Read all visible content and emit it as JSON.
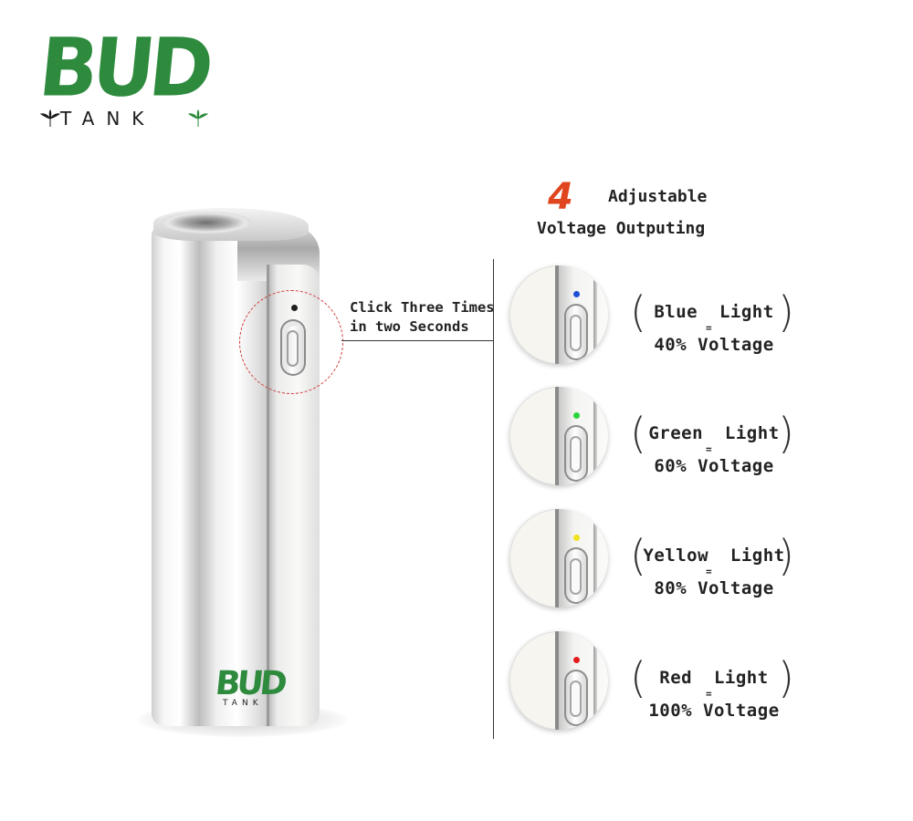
{
  "brand": {
    "logo_word": "BUD",
    "logo_sub": "TANK",
    "brand_green": "#2e8b3e"
  },
  "callout": {
    "line1": "Click Three Times",
    "line2": "in two Seconds",
    "circle_color": "#d23b3b"
  },
  "heading": {
    "number": "4",
    "line1": "Adjustable",
    "line2": "Voltage Outputing",
    "number_color": "#e0451d"
  },
  "modes": [
    {
      "light": "Blue  Light",
      "eq": "=",
      "voltage": "40% Voltage",
      "led_color": "#1f4fd6"
    },
    {
      "light": "Green  Light",
      "eq": "=",
      "voltage": "60% Voltage",
      "led_color": "#2bd43a"
    },
    {
      "light": "Yellow  Light",
      "eq": "=",
      "voltage": "80% Voltage",
      "led_color": "#f2e21c"
    },
    {
      "light": "Red  Light",
      "eq": "=",
      "voltage": "100% Voltage",
      "led_color": "#e21c1c"
    }
  ]
}
